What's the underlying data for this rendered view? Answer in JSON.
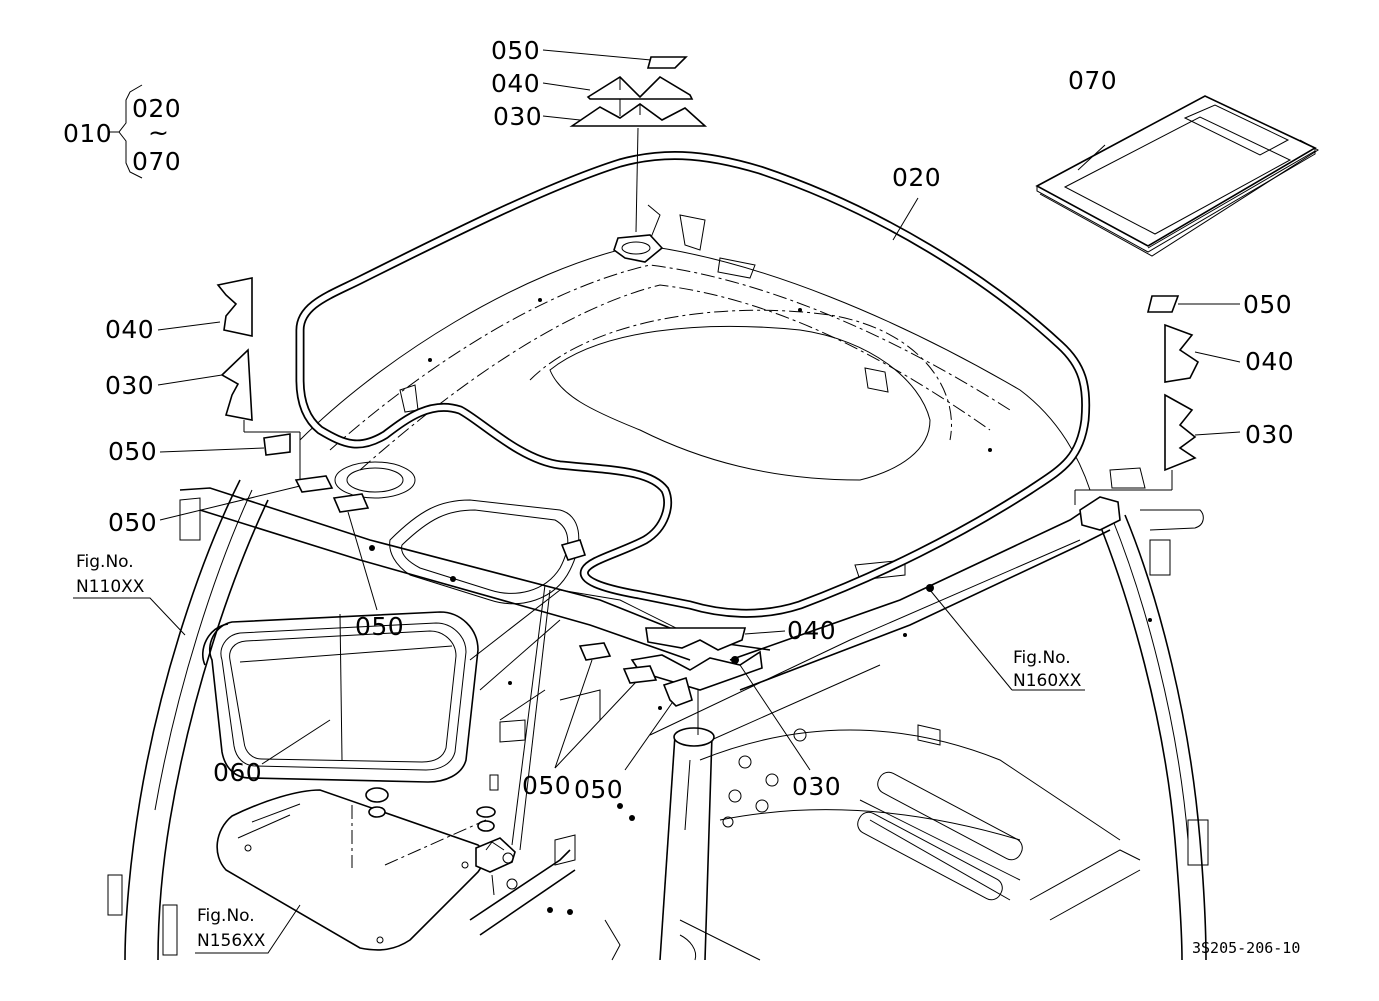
{
  "labels": {
    "assy_010": "010",
    "assy_020": "020",
    "assy_tilde": "~",
    "assy_070": "070",
    "top_050": "050",
    "top_040": "040",
    "top_030": "030",
    "seal_020": "020",
    "manual_070": "070",
    "left_040": "040",
    "left_030": "030",
    "left_050_a": "050",
    "left_050_b": "050",
    "center_050": "050",
    "right_050": "050",
    "right_040": "040",
    "right_030": "030",
    "front_040": "040",
    "front_030": "030",
    "front_050_a": "050",
    "front_050_b": "050",
    "glass_060": "060"
  },
  "figure_refs": {
    "n110_prefix": "Fig.No.",
    "n110": "N110XX",
    "n160_prefix": "Fig.No.",
    "n160": "N160XX",
    "n156_prefix": "Fig.No.",
    "n156": "N156XX"
  },
  "drawing_code": "3S205-206-10",
  "colors": {
    "ink": "#000000",
    "paper": "#ffffff"
  }
}
